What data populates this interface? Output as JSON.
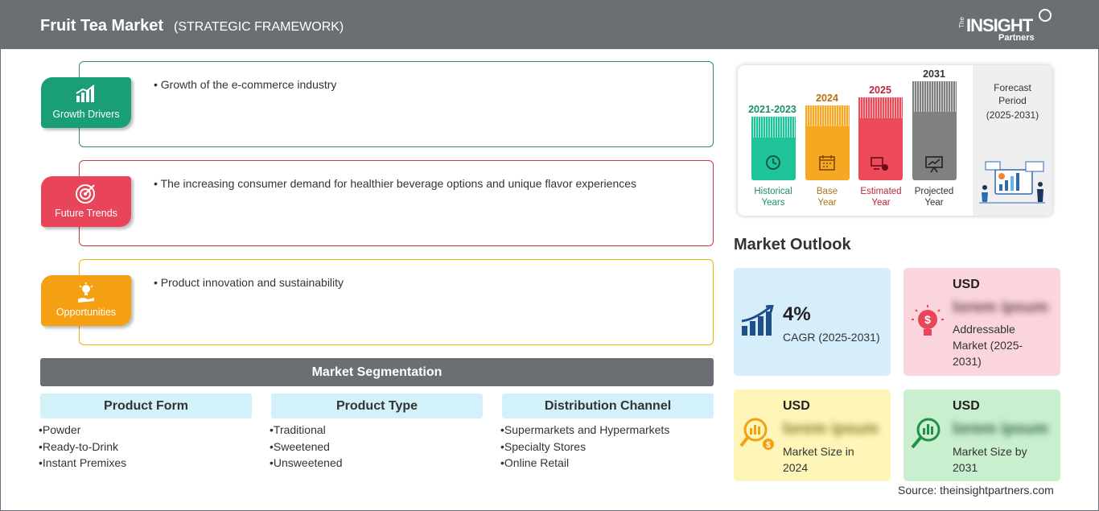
{
  "header": {
    "title": "Fruit Tea Market",
    "subtitle": "(STRATEGIC FRAMEWORK)",
    "logo": {
      "the": "The",
      "insight": "INSIGHT",
      "partners": "Partners"
    }
  },
  "framework": [
    {
      "label": "Growth Drivers",
      "text": "• Growth of the e-commerce industry",
      "color": "#1a9e77",
      "border": "#2f8d6a",
      "icon": "growth-chart-icon"
    },
    {
      "label": "Future Trends",
      "text": "• The increasing consumer demand for healthier beverage options and unique flavor experiences",
      "color": "#e8455a",
      "border": "#c93a44",
      "icon": "target-icon"
    },
    {
      "label": "Opportunities",
      "text": "• Product innovation and sustainability",
      "color": "#f4a012",
      "border": "#f0b300",
      "icon": "lightbulb-hand-icon"
    }
  ],
  "segmentation": {
    "title": "Market Segmentation",
    "columns": [
      {
        "heading": "Product Form",
        "items": [
          "Powder",
          "Ready-to-Drink",
          "Instant Premixes"
        ]
      },
      {
        "heading": "Product Type",
        "items": [
          "Traditional",
          "Sweetened",
          "Unsweetened"
        ]
      },
      {
        "heading": "Distribution Channel",
        "items": [
          "Supermarkets and Hypermarkets",
          "Specialty Stores",
          "Online Retail"
        ]
      }
    ]
  },
  "timeline": {
    "bars": [
      {
        "year": "2021-2023",
        "label": "Historical Years",
        "line1": "Historical",
        "line2": "Years",
        "color": "#1fc39a",
        "text_color": "#1a8f6e",
        "icon": "history-icon"
      },
      {
        "year": "2024",
        "label": "Base Year",
        "line1": "Base",
        "line2": "Year",
        "color": "#f7a823",
        "text_color": "#b36f0f",
        "icon": "calendar-icon"
      },
      {
        "year": "2025",
        "label": "Estimated Year",
        "line1": "Estimated",
        "line2": "Year",
        "color": "#ec4a58",
        "text_color": "#b8283a",
        "icon": "estimate-icon"
      },
      {
        "year": "2031",
        "label": "Projected Year",
        "line1": "Projected",
        "line2": "Year",
        "color": "#808080",
        "text_color": "#333333",
        "icon": "presentation-icon"
      }
    ],
    "forecast_title": "Forecast Period",
    "forecast_line1": "Forecast",
    "forecast_line2": "Period",
    "forecast_range": "(2025-2031)"
  },
  "outlook": {
    "title": "Market Outlook",
    "cards": {
      "cagr": {
        "value": "4%",
        "desc": "CAGR (2025-2031)",
        "bg": "#d6eef9",
        "icon": "rising-bars-icon"
      },
      "addressable": {
        "usd": "USD",
        "blur": "lorem ipsum",
        "desc_l1": "Addressable",
        "desc_l2": "Market (2025-",
        "desc_l3": "2031)",
        "bg": "#fbd5dc",
        "icon": "dollar-bulb-icon"
      },
      "size2024": {
        "usd": "USD",
        "blur": "lorem ipsum",
        "desc_l1": "Market Size in",
        "desc_l2": "2024",
        "bg": "#fdf6b8",
        "icon": "magnifier-coin-icon"
      },
      "size2031": {
        "usd": "USD",
        "blur": "lorem ipsum",
        "desc_l1": "Market Size by",
        "desc_l2": "2031",
        "bg": "#c9efcf",
        "icon": "magnifier-bars-icon"
      }
    }
  },
  "source": "Source: theinsightpartners.com"
}
